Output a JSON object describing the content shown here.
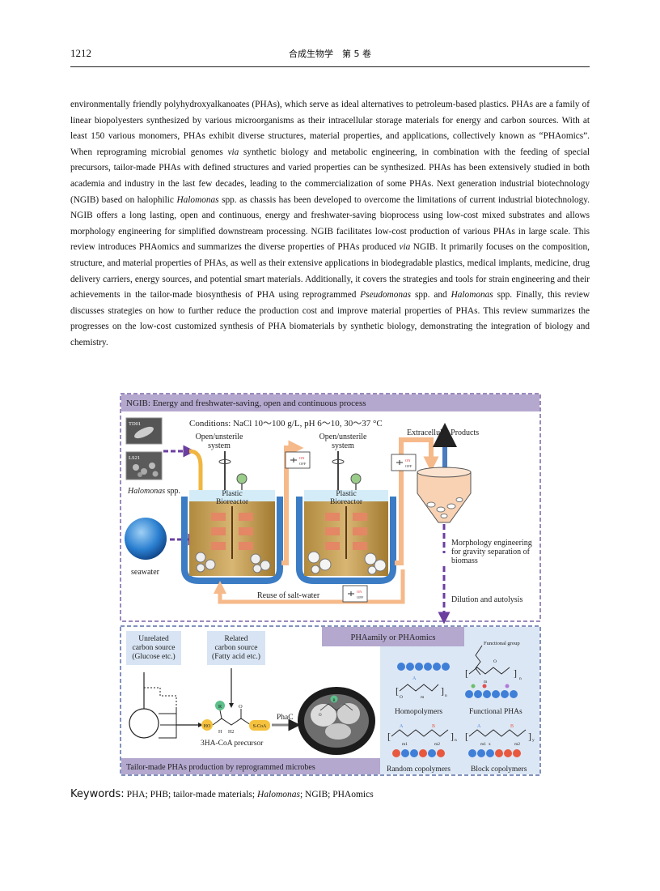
{
  "header": {
    "page_number": "1212",
    "journal": "合成生物学　第 5 卷"
  },
  "abstract": [
    {
      "t": "environmentally friendly polyhydroxyalkanoates (PHAs), which serve as ideal alternatives to petroleum-based plastics. PHAs are a family of linear biopolyesters synthesized by various microorganisms as their intracellular storage materials for energy and carbon sources. With at least 150 various monomers, PHAs exhibit diverse structures, material properties, and applications, collectively known as “PHAomics”. When reprograming microbial genomes "
    },
    {
      "t": "via",
      "i": true
    },
    {
      "t": " synthetic biology and metabolic engineering, in combination with the feeding of special precursors, tailor-made PHAs with defined structures and varied properties can be synthesized. PHAs has been extensively studied in both academia and industry in the last few decades, leading to the commercialization of some PHAs. Next generation industrial biotechnology (NGIB) based on halophilic "
    },
    {
      "t": "Halomonas",
      "i": true
    },
    {
      "t": " spp. as chassis has been developed to overcome the limitations of current industrial biotechnology. NGIB offers a long lasting, open and continuous, energy and freshwater-saving bioprocess using low-cost mixed substrates and allows morphology engineering for simplified downstream processing. NGIB facilitates low-cost production of various PHAs in large scale. This review introduces PHAomics and summarizes the diverse properties of PHAs produced "
    },
    {
      "t": "via",
      "i": true
    },
    {
      "t": " NGIB. It primarily focuses on the composition, structure, and material properties of PHAs, as well as their extensive applications in biodegradable plastics, medical implants, medicine, drug delivery carriers, energy sources, and potential smart materials. Additionally, it covers the strategies and tools for strain engineering and their achievements in the tailor-made biosynthesis of PHA using reprogrammed "
    },
    {
      "t": "Pseudomonas",
      "i": true
    },
    {
      "t": " spp. and "
    },
    {
      "t": "Halomonas",
      "i": true
    },
    {
      "t": " spp. Finally, this review discusses strategies on how to further reduce the production cost and improve material properties of PHAs. This review summarizes the progresses on the low-cost customized synthesis of PHA biomaterials by synthetic biology, demonstrating the integration of biology and chemistry."
    }
  ],
  "figure": {
    "top_banner": "NGIB: Energy and freshwater-saving, open and continuous process",
    "conditions": "Conditions: NaCl 10～100 g/L, pH 6～10, 30～37 °C",
    "strain1": "TD01",
    "strain2": "LS21",
    "halomonas": "Halomonas",
    "spp": " spp.",
    "open1": "Open/unsterile",
    "system1": "system",
    "open2": "Open/unsterile",
    "system2": "system",
    "plastic1": "Plastic",
    "bioreactor1": "Bioreactor",
    "plastic2": "Plastic",
    "bioreactor2": "Bioreactor",
    "extracellular": "Extracellular Products",
    "seawater": "seawater",
    "reuse": "Reuse of salt-water",
    "morph1": "Morphology engineering",
    "morph2": "for gravity separation of",
    "morph3": "biomass",
    "dilution": "Dilution and autolysis",
    "pha_box": "PHAamily or PHAomics",
    "unrelated1": "Unrelated",
    "unrelated2": "carbon source",
    "unrelated3": "(Glucose etc.)",
    "related1": "Related",
    "related2": "carbon source",
    "related3": "(Fatty acid etc.)",
    "precursor": "3HA-CoA precursor",
    "phac": "PhaC",
    "functional_group": "Functional group",
    "homopolymers": "Homopolymers",
    "functional_phas": "Functional PHAs",
    "random_copolymers": "Random copolymers",
    "block_copolymers": "Block copolymers",
    "bottom_banner": "Tailor-made PHAs production by reprogrammed microbes",
    "valve_on": "ON",
    "valve_off": "OFF",
    "chem_r": "R",
    "chem_ho": "HO",
    "chem_scoa": "S-CoA",
    "chem_h": "H",
    "chem_o": "O",
    "chem_h2": "H2",
    "chem_a": "A",
    "chem_b": "B",
    "chem_m": "m",
    "chem_m1": "m1",
    "chem_m2": "m2",
    "chem_n": "n",
    "chem_x": "x",
    "chem_y": "y",
    "colors": {
      "frame": "#7a64a8",
      "banner": "#b4a8cf",
      "arrow_purple": "#6b3fa0",
      "pipe": "#f6b98a",
      "reactor_blue": "#3b7cc4",
      "panel": "#dce7f5"
    }
  },
  "keywords": {
    "label": "Keywords:",
    "items": [
      {
        "t": "PHA; PHB; tailor-made materials; "
      },
      {
        "t": "Halomonas",
        "i": true
      },
      {
        "t": "; NGIB; PHAomics"
      }
    ]
  }
}
